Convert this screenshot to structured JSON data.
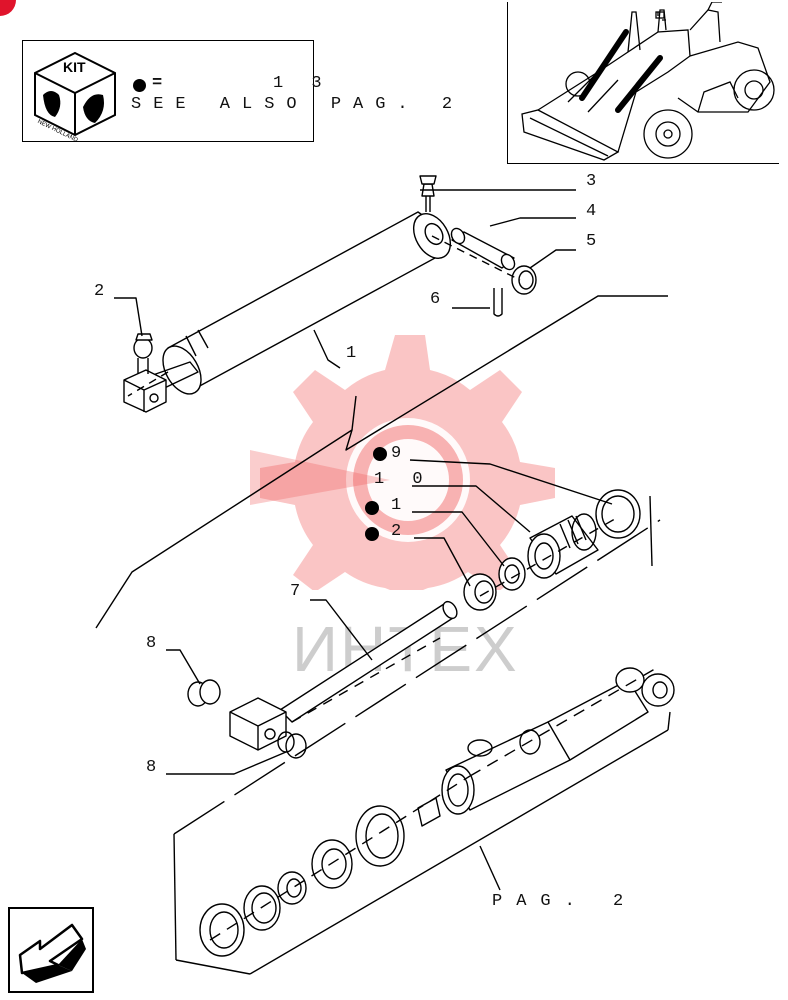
{
  "kit": {
    "badge_label": "KIT",
    "brand_text": "NEW HOLLAND",
    "bullet_equals": "=",
    "bullet_count": "1 3",
    "see_also": "SEE ALSO PAG. 2"
  },
  "callouts": {
    "c1": "1",
    "c2": "2",
    "c3": "3",
    "c4": "4",
    "c5": "5",
    "c6": "6",
    "c7": "7",
    "c8a": "8",
    "c8b": "8",
    "c9": "9",
    "c10": "1 0",
    "c11": "1",
    "c12": "2"
  },
  "footer": {
    "page_ref": "PAG. 2"
  },
  "watermark": {
    "text": "ИНТЕХ"
  },
  "colors": {
    "ink": "#111111",
    "watermark": "#f05a5a",
    "watermark_text": "#bdbdbd",
    "accent_red": "#e0142c"
  },
  "icons": {
    "nav": "back-arrow-icon",
    "kit": "kit-cube-icon"
  }
}
